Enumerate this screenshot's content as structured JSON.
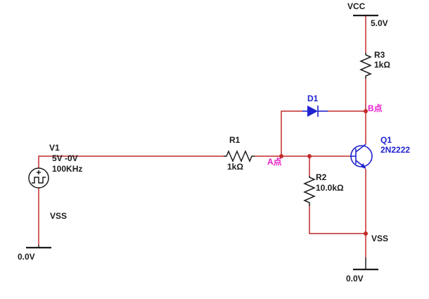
{
  "colors": {
    "wire": "#c22a28",
    "semiconductor": "#2023cf",
    "node_label": "#e81ec8",
    "component": "#1c1c1c"
  },
  "power": {
    "vcc_label": "VCC",
    "vcc_value": "5.0V",
    "vss_left_label": "VSS",
    "vss_left_value": "0.0V",
    "vss_right_label": "VSS",
    "vss_right_value": "0.0V"
  },
  "components": {
    "v1": {
      "name": "V1",
      "value": "5V -0V",
      "freq": "100KHz"
    },
    "r1": {
      "name": "R1",
      "value": "1kΩ"
    },
    "r2": {
      "name": "R2",
      "value": "10.0kΩ"
    },
    "r3": {
      "name": "R3",
      "value": "1kΩ"
    },
    "d1": {
      "name": "D1"
    },
    "q1": {
      "name": "Q1",
      "model": "2N2222"
    }
  },
  "nodes": {
    "a": "A点",
    "b": "B点"
  }
}
